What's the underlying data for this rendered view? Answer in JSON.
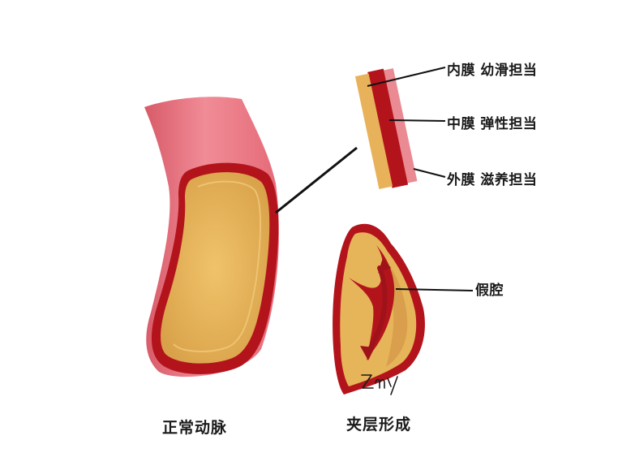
{
  "labels": {
    "intima": "内膜 幼滑担当",
    "media": "中膜 弹性担当",
    "adventitia": "外膜 滋养担当",
    "false_lumen": "假腔"
  },
  "captions": {
    "normal": "正常动脉",
    "dissection": "夹层形成"
  },
  "signature": "Zmy",
  "colors": {
    "outer_wall": "#e8707a",
    "media_red": "#b3141c",
    "lumen_gold": "#e6b55a",
    "intima_gold": "#e8b25a",
    "adventitia_pink": "#ea8a92",
    "line": "#111111"
  }
}
